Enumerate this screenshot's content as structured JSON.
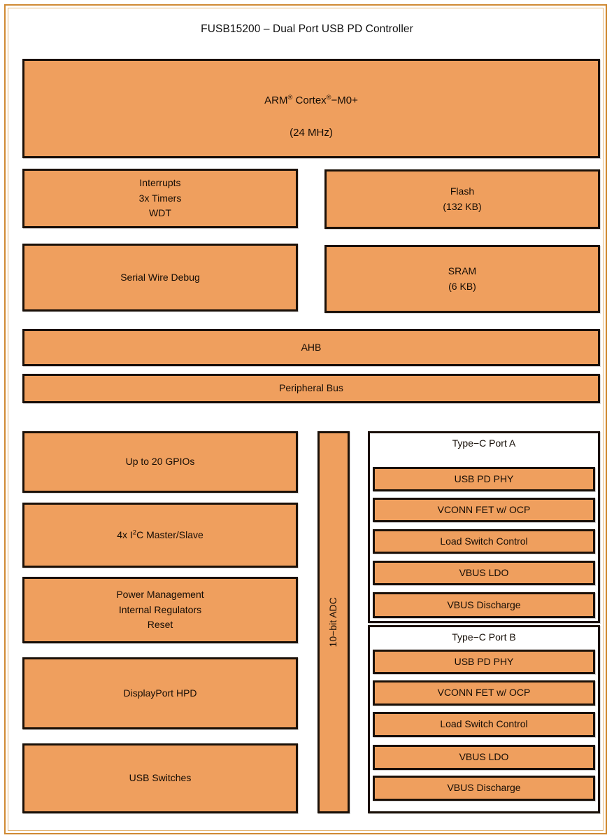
{
  "title": "FUSB15200 – Dual Port USB PD Controller",
  "colors": {
    "block_fill": "#ef9f5e",
    "block_border": "#1a1008",
    "frame_outer": "#d08a33",
    "frame_inner": "#e3b473",
    "page_background": "#ffffff",
    "text": "#140c05"
  },
  "blocks": {
    "cpu": {
      "line1_prefix": "ARM",
      "line1_mid": " Cortex",
      "line1_suffix": "−M0+",
      "registered_mark": "®",
      "line2": "(24 MHz)",
      "plain_text": "ARM® Cortex®−M0+ (24 MHz)"
    },
    "timers": "Interrupts\n3x Timers\nWDT",
    "flash": "Flash\n(132 KB)",
    "swd": "Serial Wire Debug",
    "sram": "SRAM\n(6 KB)",
    "ahb": "AHB",
    "peripheral_bus": "Peripheral Bus",
    "gpio": "Up to 20 GPIOs",
    "i2c_prefix": "4x I",
    "i2c_sup": "2",
    "i2c_suffix": "C Master/Slave",
    "i2c_plain": "4x I2C Master/Slave",
    "power": "Power Management\nInternal Regulators\nReset",
    "dp_hpd": "DisplayPort HPD",
    "usb_switches": "USB Switches",
    "adc": "10−bit ADC"
  },
  "ports": [
    {
      "title": "Type−C Port A",
      "items": [
        "USB PD PHY",
        "VCONN FET w/ OCP",
        "Load Switch Control",
        "VBUS LDO",
        "VBUS Discharge"
      ]
    },
    {
      "title": "Type−C Port B",
      "items": [
        "USB PD PHY",
        "VCONN FET w/ OCP",
        "Load Switch Control",
        "VBUS LDO",
        "VBUS Discharge"
      ]
    }
  ]
}
